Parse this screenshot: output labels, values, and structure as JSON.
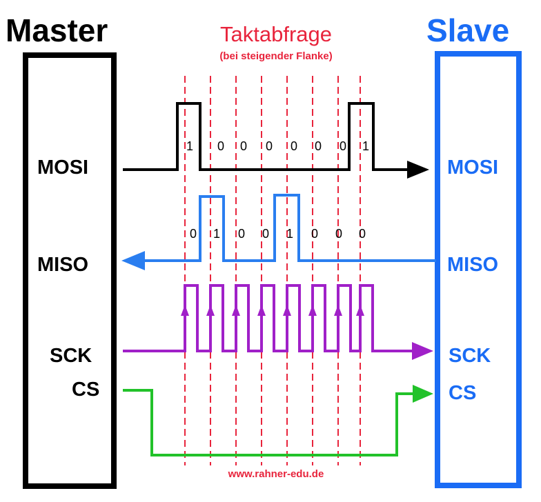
{
  "title": {
    "text": "Taktabfrage",
    "subtitle": "(bei steigender Flanke)",
    "color": "#e8243c"
  },
  "master": {
    "label": "Master",
    "color": "#000000",
    "pins": [
      "MOSI",
      "MISO",
      "SCK",
      "CS"
    ]
  },
  "slave": {
    "label": "Slave",
    "color": "#1a6cf5",
    "pins": [
      "MOSI",
      "MISO",
      "SCK",
      "CS"
    ]
  },
  "signals": {
    "mosi": {
      "name": "MOSI",
      "color": "#000000",
      "bits": [
        "1",
        "0",
        "0",
        "0",
        "0",
        "0",
        "0",
        "1"
      ]
    },
    "miso": {
      "name": "MISO",
      "color": "#2a7ef0",
      "bits": [
        "0",
        "1",
        "0",
        "0",
        "1",
        "0",
        "0",
        "0"
      ]
    },
    "sck": {
      "name": "SCK",
      "color": "#a020c8"
    },
    "cs": {
      "name": "CS",
      "color": "#22c22a"
    }
  },
  "credit": "www.rahner-edu.de"
}
